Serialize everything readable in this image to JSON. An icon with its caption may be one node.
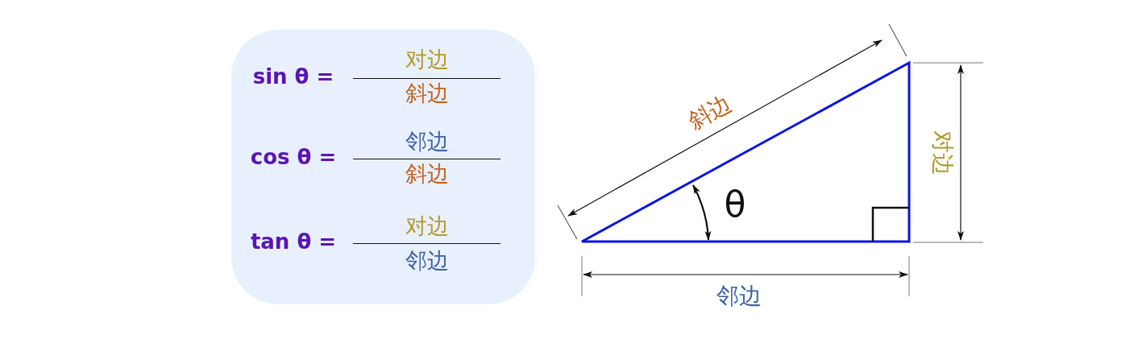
{
  "diagram": {
    "nodes": [
      {
        "text": [
          "sin θ =",
          "对边",
          "斜边",
          "cos θ =",
          "邻边",
          "斜边",
          "tan θ =",
          "对边",
          "邻边"
        ]
      },
      {
        "text": [
          "θ"
        ]
      }
    ],
    "edges": [],
    "labels": [
      "斜边",
      "对边",
      "邻边"
    ]
  }
}
